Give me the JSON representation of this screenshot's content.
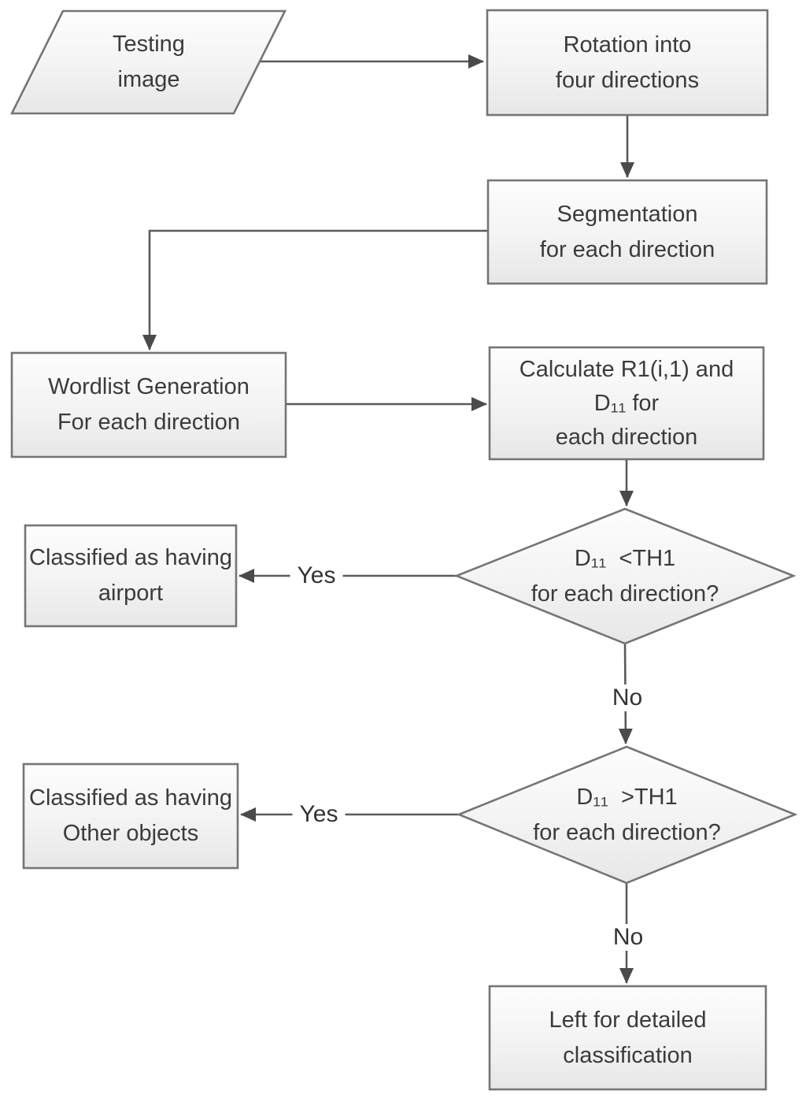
{
  "diagram": {
    "nodes": {
      "testing": {
        "shape": "parallelogram",
        "lines": [
          "Testing",
          "image"
        ]
      },
      "rotation": {
        "shape": "rectangle",
        "lines": [
          "Rotation into",
          "four directions"
        ]
      },
      "segmentation": {
        "shape": "rectangle",
        "lines": [
          "Segmentation",
          "for each direction"
        ]
      },
      "wordlist": {
        "shape": "rectangle",
        "lines": [
          "Wordlist Generation",
          "For each direction"
        ]
      },
      "calculate": {
        "shape": "rectangle",
        "lines": [
          "Calculate R1(i,1) and",
          "D₁₁ for",
          "each direction"
        ]
      },
      "decision1": {
        "shape": "diamond",
        "lines": [
          "D₁₁  <TH1",
          "for each direction?"
        ]
      },
      "airport": {
        "shape": "rectangle",
        "lines": [
          "Classified as having",
          "airport"
        ]
      },
      "decision2": {
        "shape": "diamond",
        "lines": [
          "D₁₁  >TH1",
          "for each direction?"
        ]
      },
      "other": {
        "shape": "rectangle",
        "lines": [
          "Classified as having",
          "Other objects"
        ]
      },
      "detailed": {
        "shape": "rectangle",
        "lines": [
          "Left for detailed",
          "classification"
        ]
      }
    },
    "edge_labels": {
      "decision1_yes": "Yes",
      "decision1_no": "No",
      "decision2_yes": "Yes",
      "decision2_no": "No"
    },
    "colors": {
      "node_border": "#757575",
      "node_fill_top": "#fdfdfd",
      "node_fill_bottom": "#e7e7e7",
      "text": "#3b3b3b",
      "connector": "#5a5a5a",
      "arrowhead": "#4a4a4a",
      "background": "#ffffff"
    }
  }
}
